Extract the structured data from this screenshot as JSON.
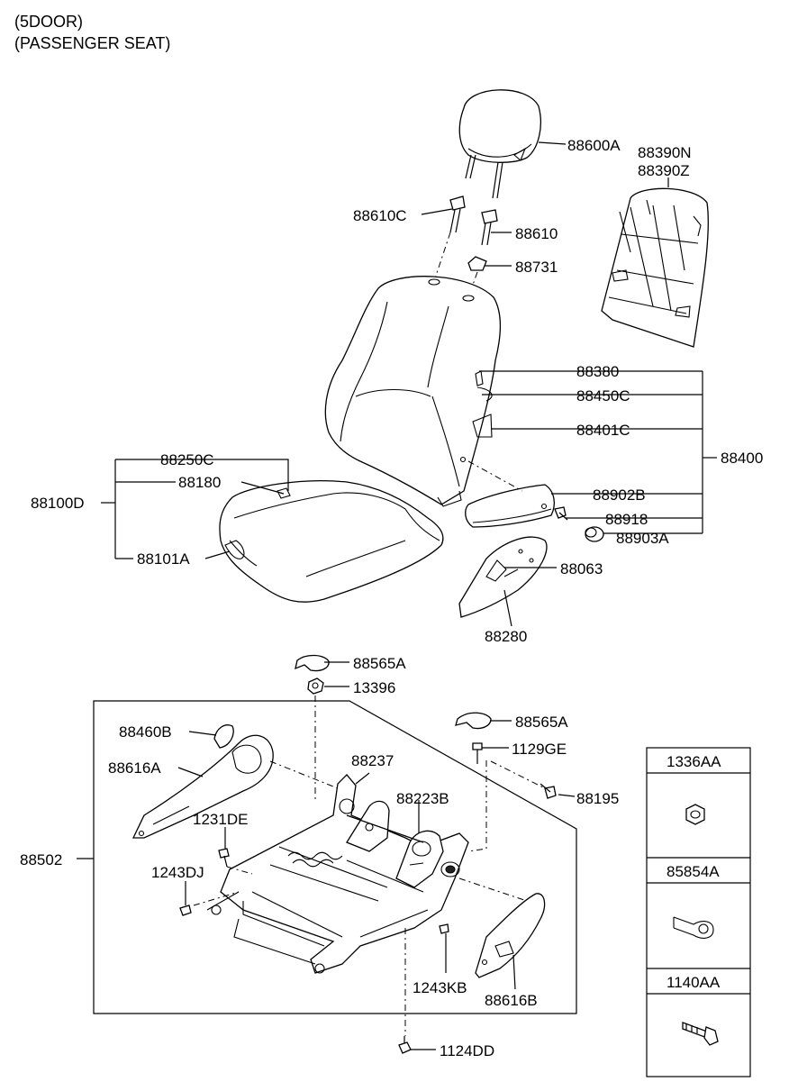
{
  "header": {
    "line1": "(5DOOR)",
    "line2": "(PASSENGER SEAT)"
  },
  "callouts": {
    "p88600A": "88600A",
    "p88390N": "88390N",
    "p88390Z": "88390Z",
    "p88610C": "88610C",
    "p88610": "88610",
    "p88731": "88731",
    "p88380": "88380",
    "p88450C": "88450C",
    "p88401C": "88401C",
    "p88400": "88400",
    "p88250C": "88250C",
    "p88180": "88180",
    "p88100D": "88100D",
    "p88101A": "88101A",
    "p88902B": "88902B",
    "p88918": "88918",
    "p88903A": "88903A",
    "p88063": "88063",
    "p88280": "88280",
    "p88565A_top": "88565A",
    "p13396": "13396",
    "p88565A_right": "88565A",
    "p1129GE": "1129GE",
    "p88460B": "88460B",
    "p88616A": "88616A",
    "p88237": "88237",
    "p88223B": "88223B",
    "p88195": "88195",
    "p1231DE": "1231DE",
    "p88502": "88502",
    "p1243DJ": "1243DJ",
    "p1243KB": "1243KB",
    "p88616B": "88616B",
    "p1124DD": "1124DD"
  },
  "legend": {
    "items": [
      {
        "code": "1336AA",
        "icon": "hex-nut-icon"
      },
      {
        "code": "85854A",
        "icon": "clip-icon"
      },
      {
        "code": "1140AA",
        "icon": "bolt-icon"
      }
    ]
  }
}
